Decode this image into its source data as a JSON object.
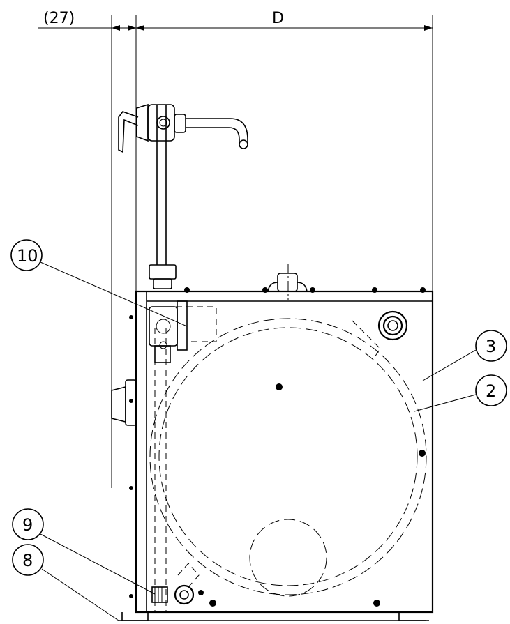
{
  "dimensions": {
    "offset_label": "(27)",
    "depth_label": "D"
  },
  "callouts": [
    {
      "id": "10",
      "text": "10"
    },
    {
      "id": "3",
      "text": "3"
    },
    {
      "id": "2",
      "text": "2"
    },
    {
      "id": "9",
      "text": "9"
    },
    {
      "id": "8",
      "text": "8"
    }
  ]
}
